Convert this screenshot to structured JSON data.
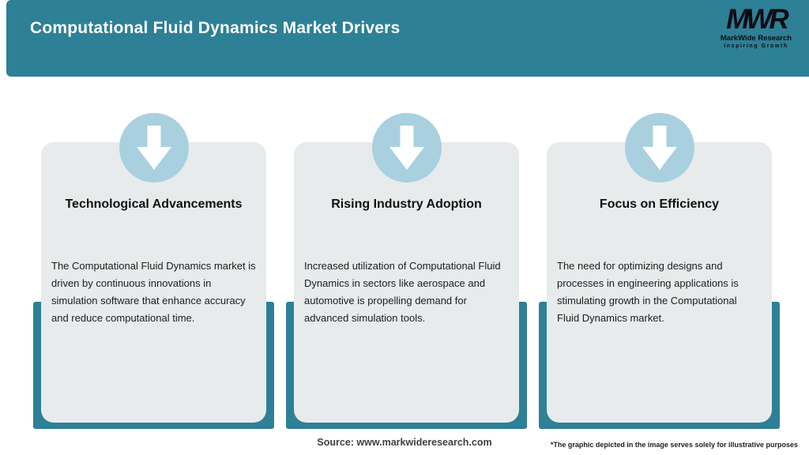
{
  "colors": {
    "header_teal": "#2E8096",
    "backdrop_teal": "#2E8096",
    "circle_light_blue": "#A9D0DF",
    "card_gray": "#E8EBEC",
    "logo_black": "#0D0D14",
    "title_white": "#FFFFFF"
  },
  "header": {
    "title": "Computational Fluid Dynamics Market Drivers",
    "logo": {
      "monogram": "MWR",
      "name": "MarkWide Research",
      "tagline": "Inspiring Growth"
    }
  },
  "cards": [
    {
      "icon": "down-arrow-icon",
      "title": "Technological Advancements",
      "description": "The Computational Fluid Dynamics market is driven by continuous innovations in simulation software that enhance accuracy and reduce computational time."
    },
    {
      "icon": "down-arrow-icon",
      "title": "Rising Industry Adoption",
      "description": "Increased utilization of Computational Fluid Dynamics in sectors like aerospace and automotive is propelling demand for advanced simulation tools."
    },
    {
      "icon": "down-arrow-icon",
      "title": "Focus on Efficiency",
      "description": "The need for optimizing designs and processes in engineering applications is stimulating growth in the Computational Fluid Dynamics market."
    }
  ],
  "footer": {
    "source": "Source: www.markwideresearch.com",
    "disclaimer": "*The graphic depicted in the image serves solely for illustrative purposes"
  }
}
